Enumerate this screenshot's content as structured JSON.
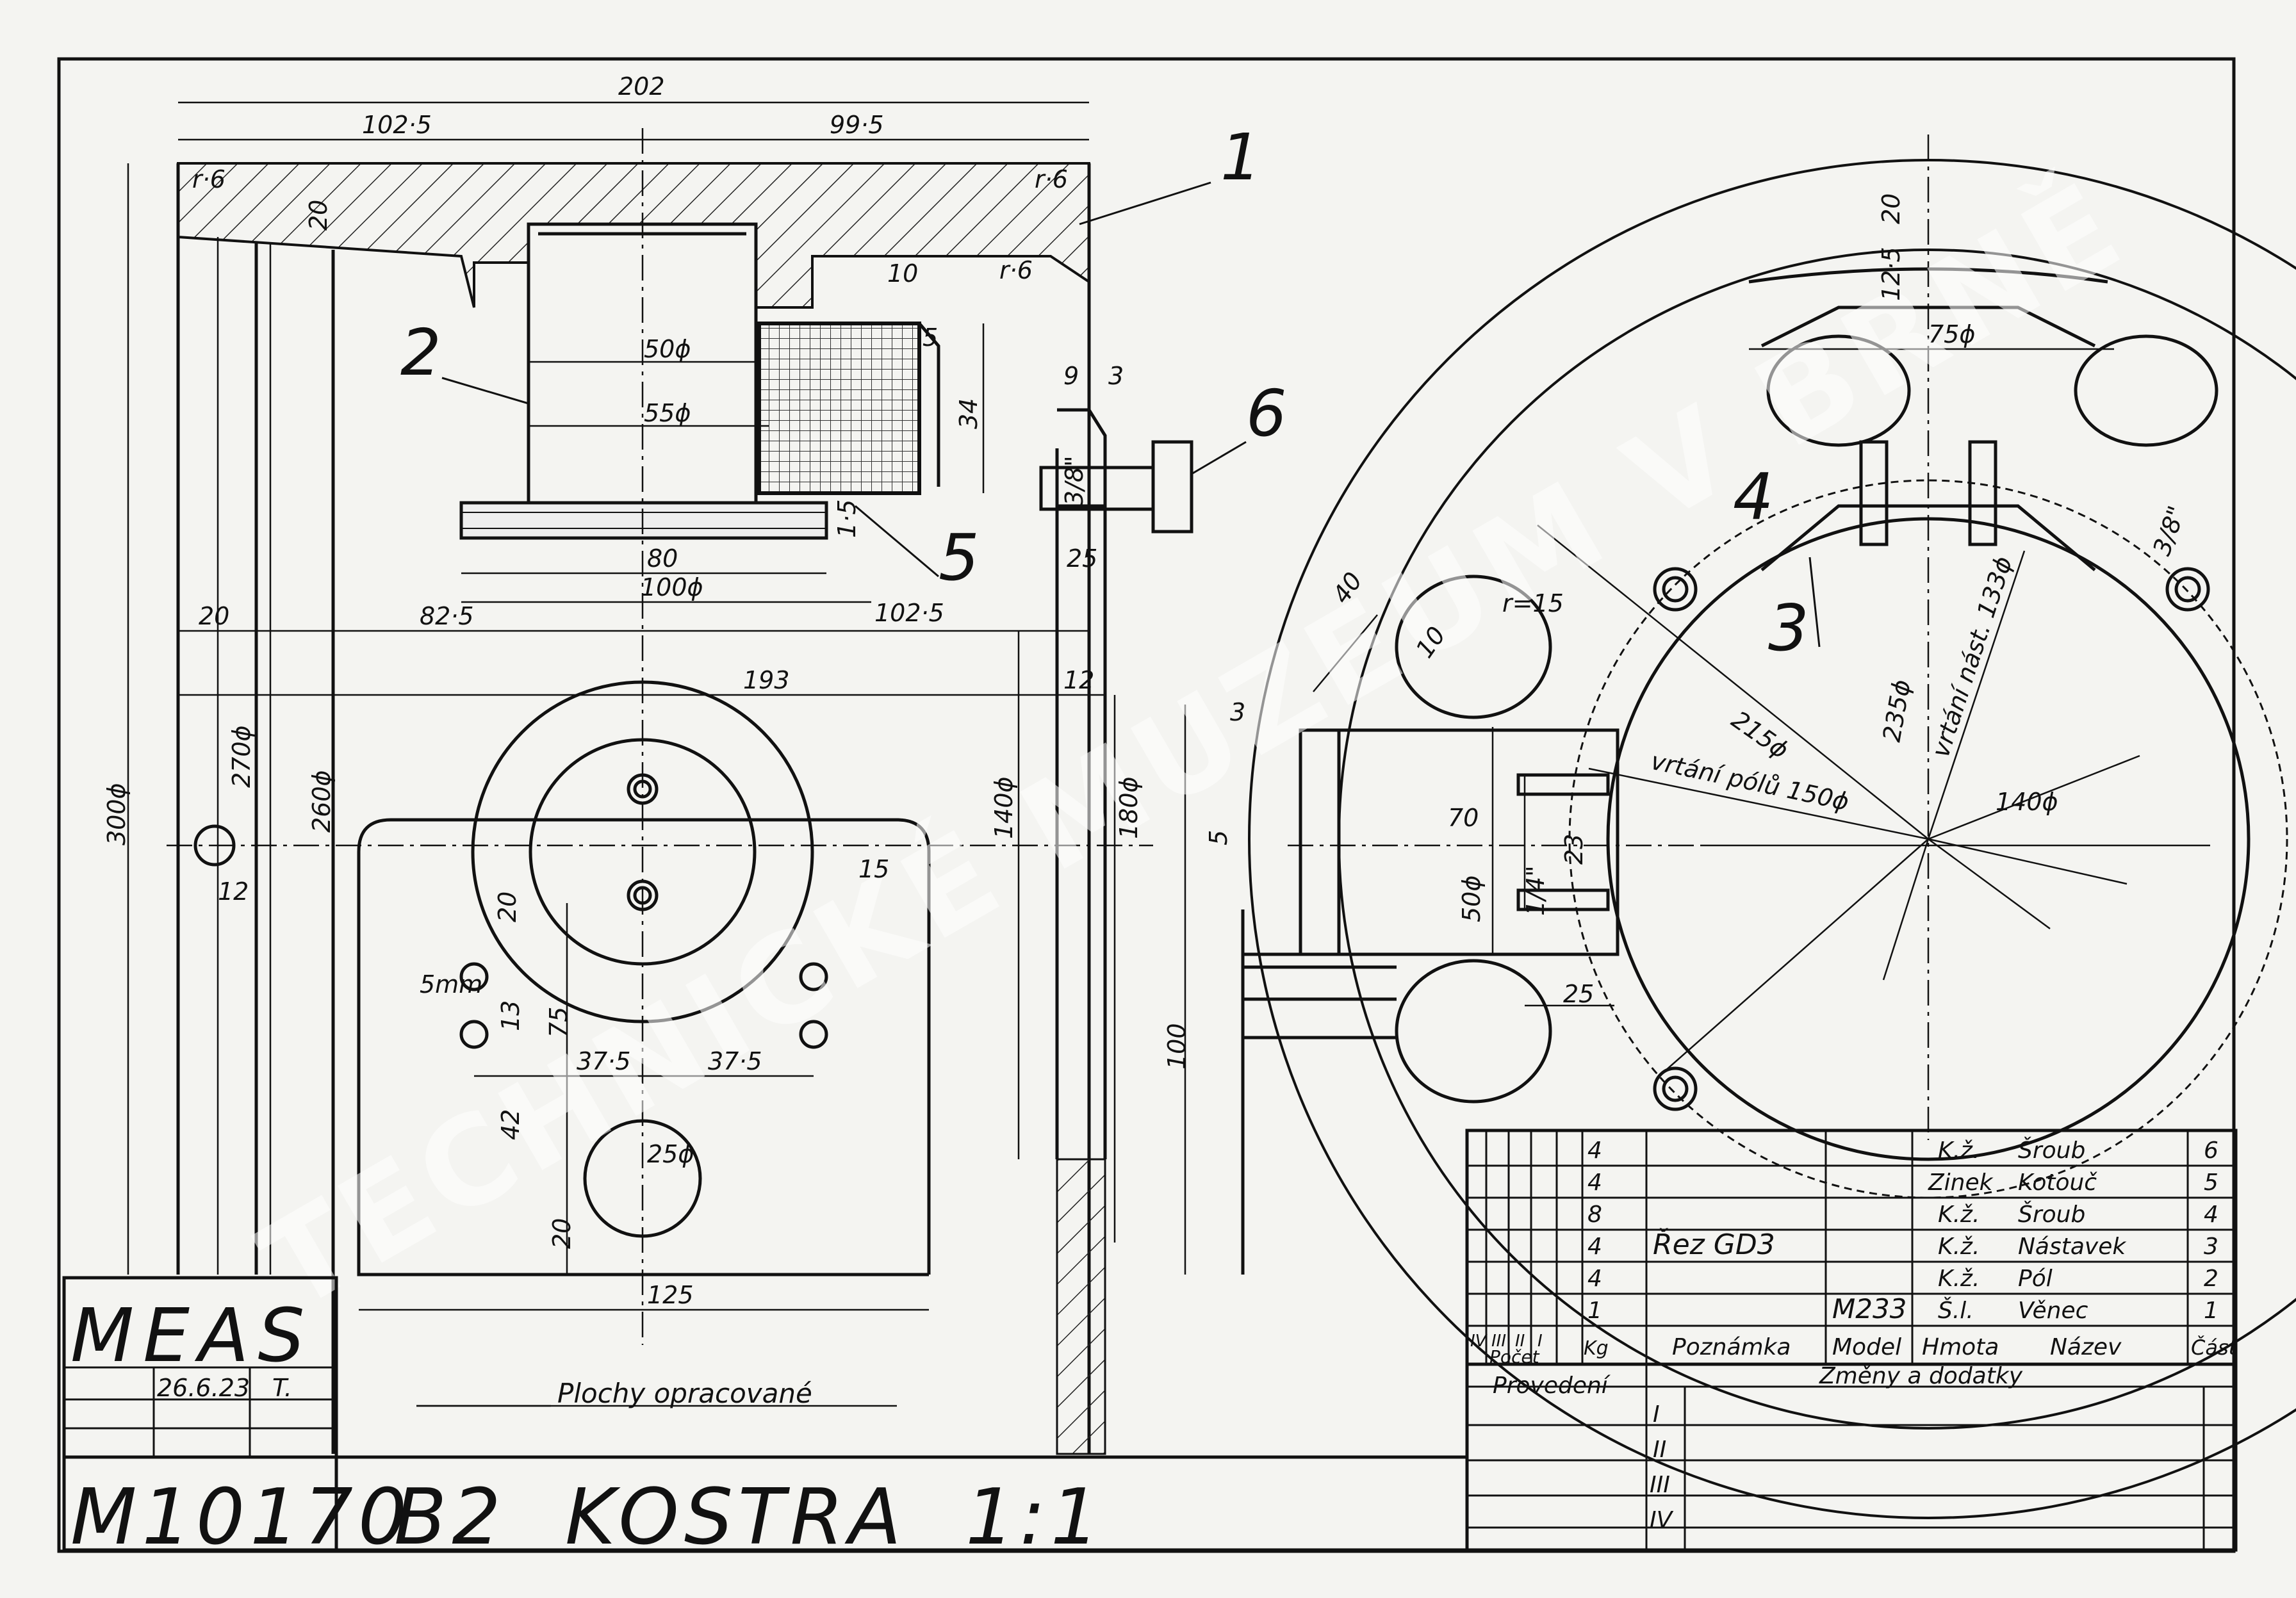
{
  "drawing": {
    "company": "MEAS",
    "date": "26.6.23",
    "drawn_by": "T.",
    "number": "M10170",
    "title": "B2  KOSTRA  1:1",
    "note": "Plochy opracované",
    "watermark": "TECHNICKÉ MUZEUM V BRNĚ"
  },
  "callouts": [
    "1",
    "2",
    "3",
    "4",
    "5",
    "6"
  ],
  "dimensions": {
    "top_202": "202",
    "top_1025": "102·5",
    "top_995": "99·5",
    "r6_a": "r·6",
    "r6_b": "r·6",
    "r6_c": "r·6",
    "d20_top": "20",
    "d50": "50ϕ",
    "d55": "55ϕ",
    "d10": "10",
    "d5": "5",
    "d34": "34",
    "d9": "9",
    "d3": "3",
    "d38": "3/8\"",
    "d15": "1·5",
    "d80": "80",
    "d100phi": "100ϕ",
    "d1025b": "102·5",
    "d25": "25",
    "d20left": "20",
    "d825": "82·5",
    "d193": "193",
    "d12": "12",
    "d300": "300ϕ",
    "d270": "270ϕ",
    "d260": "260ϕ",
    "d12b": "12",
    "d140phi": "140ϕ",
    "d180phi": "180ϕ",
    "d15b": "15",
    "d20v": "20",
    "d5mm": "5mm",
    "d13": "13",
    "d75": "75",
    "d375a": "37·5",
    "d375b": "37·5",
    "d42": "42",
    "d25phi": "25ϕ",
    "d20b": "20",
    "d125": "125",
    "d3b": "3",
    "d5b": "5",
    "d100": "100",
    "r_40": "40",
    "r_10": "10",
    "r_15": "r=15",
    "r_70": "70",
    "r_50phi": "50ϕ",
    "r_14": "1/4\"",
    "r_23": "23",
    "r_25": "25",
    "r_20": "20",
    "r_125": "12·5",
    "r_75phi": "75ϕ",
    "r_38": "3/8\"",
    "r_215": "215ϕ",
    "r_235": "235ϕ",
    "r_vrtani_nast": "vrtání nást. 133ϕ",
    "r_vrtani_polu": "vrtání pólů 150ϕ",
    "r_140": "140ϕ"
  },
  "parts_table": {
    "rows": [
      {
        "qty": "4",
        "note": "",
        "model": "",
        "material": "K.ž.",
        "name": "Šroub",
        "part": "6"
      },
      {
        "qty": "4",
        "note": "",
        "model": "",
        "material": "Zinek",
        "name": "Kotouč",
        "part": "5"
      },
      {
        "qty": "8",
        "note": "",
        "model": "",
        "material": "K.ž.",
        "name": "Šroub",
        "part": "4"
      },
      {
        "qty": "4",
        "note": "Řez GD3",
        "model": "",
        "material": "K.ž.",
        "name": "Nástavek",
        "part": "3"
      },
      {
        "qty": "4",
        "note": "",
        "model": "",
        "material": "K.ž.",
        "name": "Pól",
        "part": "2"
      },
      {
        "qty": "1",
        "note": "",
        "model": "M233",
        "material": "Š.l.",
        "name": "Věnec",
        "part": "1"
      }
    ],
    "header": {
      "roman": [
        "IV",
        "III",
        "II",
        "I"
      ],
      "pocet": "Počet",
      "kg": "Kg",
      "note": "Poznámka",
      "model": "Model",
      "mass": "Hmota",
      "name": "Název",
      "part": "Část"
    },
    "provedeni": "Provedení",
    "zmeny": "Změny a dodatky",
    "revisions": [
      "I",
      "II",
      "III",
      "IV"
    ]
  }
}
